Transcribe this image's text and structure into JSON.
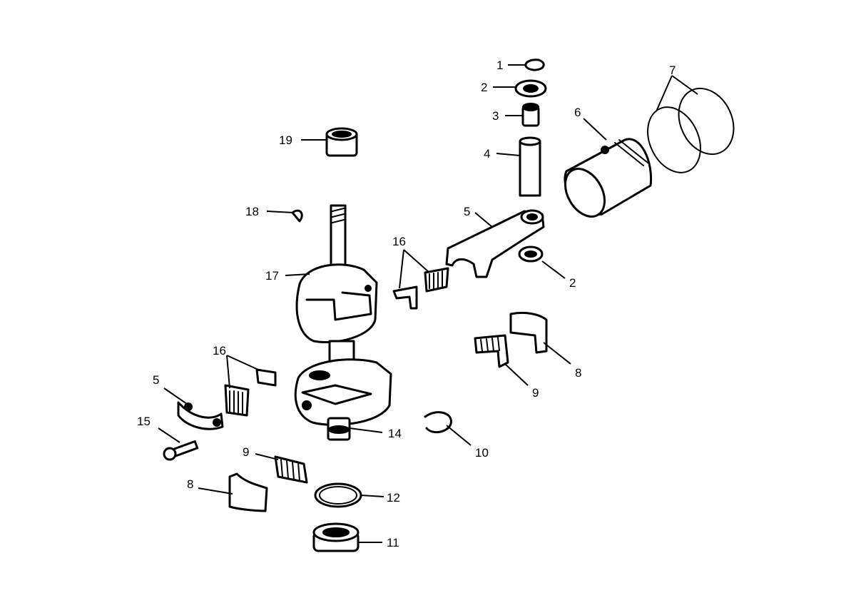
{
  "callouts": {
    "c1": "1",
    "c2a": "2",
    "c3": "3",
    "c4": "4",
    "c5a": "5",
    "c6": "6",
    "c7": "7",
    "c2b": "2",
    "c8a": "8",
    "c9a": "9",
    "c10": "10",
    "c11": "11",
    "c12": "12",
    "c14": "14",
    "c15": "15",
    "c16a": "16",
    "c16b": "16",
    "c17": "17",
    "c18": "18",
    "c19": "19",
    "c5b": "5",
    "c9b": "9",
    "c8b": "8"
  }
}
